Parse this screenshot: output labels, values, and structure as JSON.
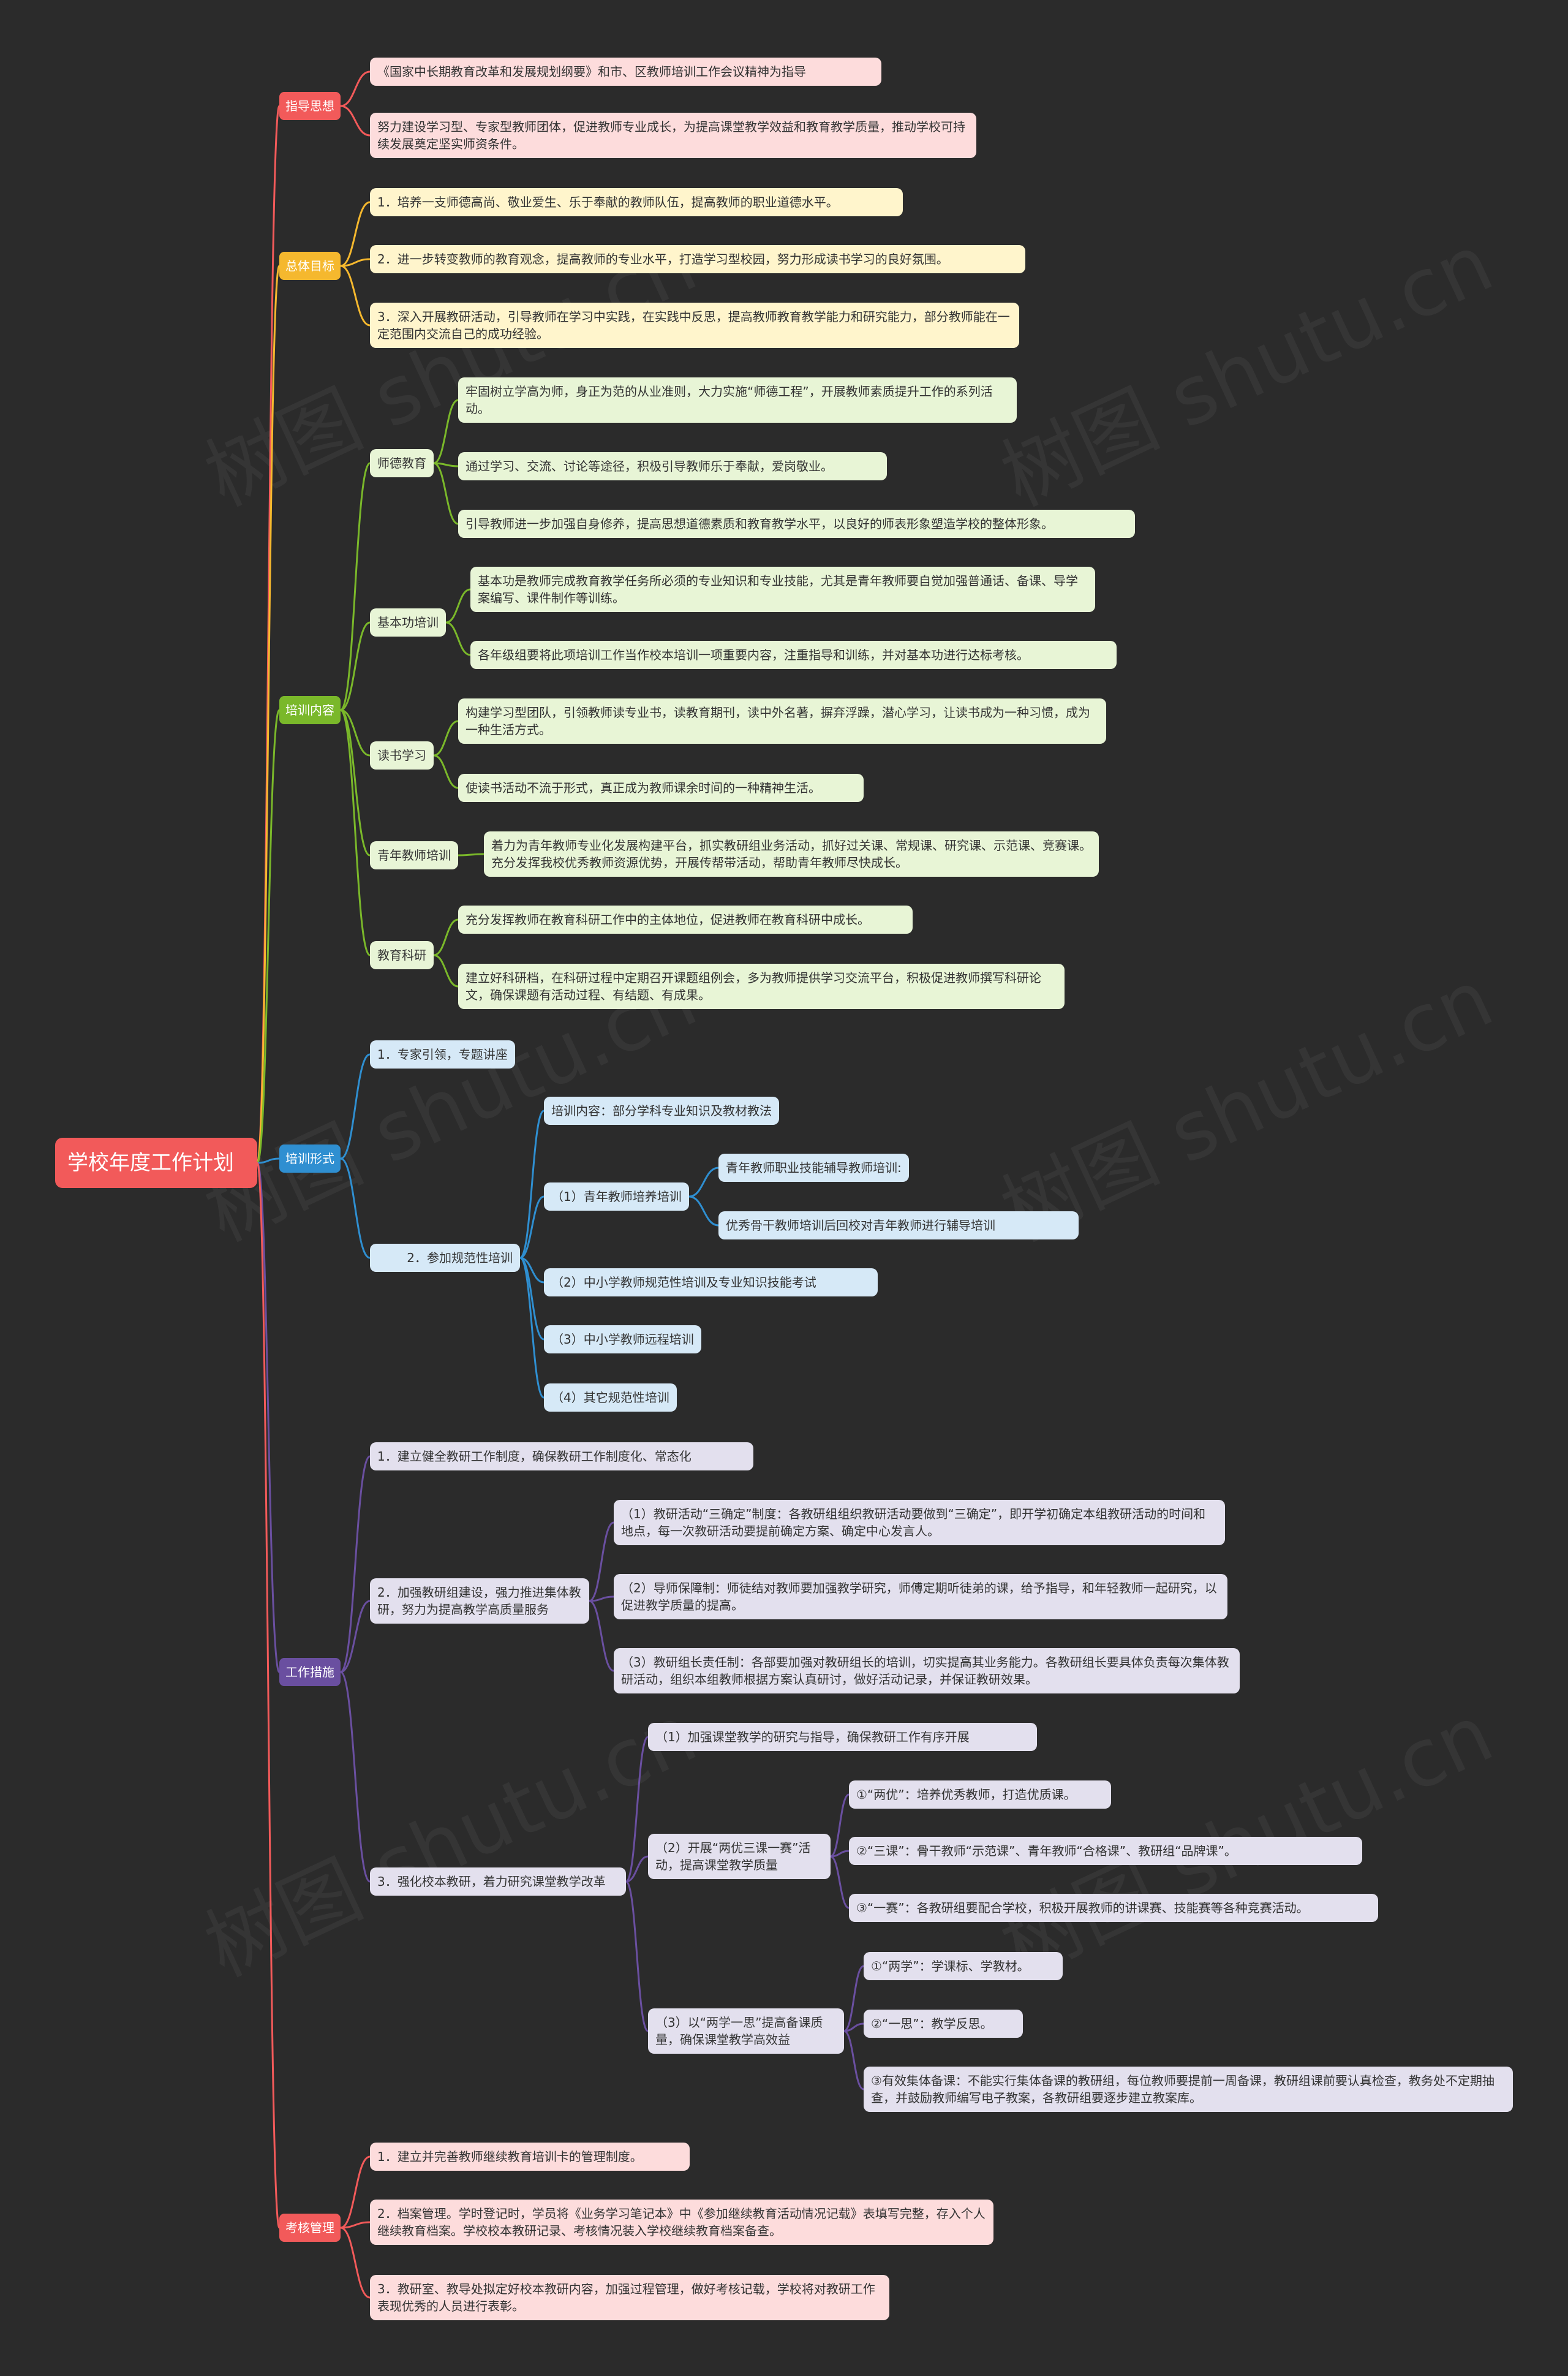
{
  "root": "学校年度工作计划",
  "colors": {
    "root": "#f25a5a",
    "guide": "#f25a5a",
    "goal": "#f5b82e",
    "content": "#7ab82a",
    "form": "#2f8fd1",
    "measure": "#6a4fa0",
    "exam": "#f25a5a"
  },
  "guide": {
    "label": "指导思想",
    "items": [
      "《国家中长期教育改革和发展规划纲要》和市、区教师培训工作会议精神为指导",
      "努力建设学习型、专家型教师团体，促进教师专业成长，为提高课堂教学效益和教育教学质量，推动学校可持续发展奠定坚实师资条件。"
    ]
  },
  "goal": {
    "label": "总体目标",
    "items": [
      "1．培养一支师德高尚、敬业爱生、乐于奉献的教师队伍，提高教师的职业道德水平。",
      "2．进一步转变教师的教育观念，提高教师的专业水平，打造学习型校园，努力形成读书学习的良好氛围。",
      "3．深入开展教研活动，引导教师在学习中实践，在实践中反思，提高教师教育教学能力和研究能力，部分教师能在一定范围内交流自己的成功经验。"
    ]
  },
  "content": {
    "label": "培训内容",
    "ethics": {
      "label": "师德教育",
      "items": [
        "牢固树立学高为师，身正为范的从业准则，大力实施“师德工程”，开展教师素质提升工作的系列活动。",
        "通过学习、交流、讨论等途径，积极引导教师乐于奉献，爱岗敬业。",
        "引导教师进一步加强自身修养，提高思想道德素质和教育教学水平，以良好的师表形象塑造学校的整体形象。"
      ]
    },
    "basic": {
      "label": "基本功培训",
      "items": [
        "基本功是教师完成教育教学任务所必须的专业知识和专业技能，尤其是青年教师要自觉加强普通话、备课、导学案编写、课件制作等训练。",
        "各年级组要将此项培训工作当作校本培训一项重要内容，注重指导和训练，并对基本功进行达标考核。"
      ]
    },
    "reading": {
      "label": "读书学习",
      "items": [
        "构建学习型团队，引领教师读专业书，读教育期刊，读中外名著，摒弃浮躁，潜心学习，让读书成为一种习惯，成为一种生活方式。",
        "使读书活动不流于形式，真正成为教师课余时间的一种精神生活。"
      ]
    },
    "young": {
      "label": "青年教师培训",
      "items": [
        "着力为青年教师专业化发展构建平台，抓实教研组业务活动，抓好过关课、常规课、研究课、示范课、竞赛课。充分发挥我校优秀教师资源优势，开展传帮带活动，帮助青年教师尽快成长。"
      ]
    },
    "research": {
      "label": "教育科研",
      "items": [
        "充分发挥教师在教育科研工作中的主体地位，促进教师在教育科研中成长。",
        "建立好科研档，在科研过程中定期召开课题组例会，多为教师提供学习交流平台，积极促进教师撰写科研论文，确保课题有活动过程、有结题、有成果。"
      ]
    }
  },
  "form": {
    "label": "培训形式",
    "expert": "1．专家引领，专题讲座",
    "standard": {
      "label": "2．参加规范性培训",
      "items": [
        "培训内容：部分学科专业知识及教材教法",
        "（1）青年教师培养培训",
        "（2）中小学教师规范性培训及专业知识技能考试",
        "（3）中小学教师远程培训",
        "（4）其它规范性培训"
      ],
      "young_sub": [
        "青年教师职业技能辅导教师培训:",
        "优秀骨干教师培训后回校对青年教师进行辅导培训"
      ]
    }
  },
  "measure": {
    "label": "工作措施",
    "m1": "1．建立健全教研工作制度，确保教研工作制度化、常态化",
    "m2": {
      "label": "2．加强教研组建设，强力推进集体教研，努力为提高教学高质量服务",
      "items": [
        "（1）教研活动“三确定”制度：各教研组组织教研活动要做到“三确定”，即开学初确定本组教研活动的时间和地点，每一次教研活动要提前确定方案、确定中心发言人。",
        "（2）导师保障制：师徒结对教师要加强教学研究，师傅定期听徒弟的课，给予指导，和年轻教师一起研究，以促进教学质量的提高。",
        "（3）教研组长责任制：各部要加强对教研组长的培训，切实提高其业务能力。各教研组长要具体负责每次集体教研活动，组织本组教师根据方案认真研讨，做好活动记录，并保证教研效果。"
      ]
    },
    "m3": {
      "label": "3．强化校本教研，着力研究课堂教学改革",
      "a": "（1）加强课堂教学的研究与指导，确保教研工作有序开展",
      "b": {
        "label": "（2）开展“两优三课一赛”活动，提高课堂教学质量",
        "items": [
          "①“两优”：培养优秀教师，打造优质课。",
          "②“三课”：骨干教师“示范课”、青年教师“合格课”、教研组“品牌课”。",
          "③“一赛”：各教研组要配合学校，积极开展教师的讲课赛、技能赛等各种竞赛活动。"
        ]
      },
      "c": {
        "label": "（3）以“两学一思”提高备课质量，确保课堂教学高效益",
        "items": [
          "①“两学”：学课标、学教材。",
          "②“一思”：教学反思。",
          "③有效集体备课：不能实行集体备课的教研组，每位教师要提前一周备课，教研组课前要认真检查，教务处不定期抽查，并鼓励教师编写电子教案，各教研组要逐步建立教案库。"
        ]
      }
    }
  },
  "exam": {
    "label": "考核管理",
    "items": [
      "1．建立并完善教师继续教育培训卡的管理制度。",
      "2．档案管理。学时登记时，学员将《业务学习笔记本》中《参加继续教育活动情况记载》表填写完整，存入个人继续教育档案。学校校本教研记录、考核情况装入学校继续教育档案备查。",
      "3．教研室、教导处拟定好校本教研内容，加强过程管理，做好考核记载，学校将对教研工作表现优秀的人员进行表彰。"
    ]
  }
}
